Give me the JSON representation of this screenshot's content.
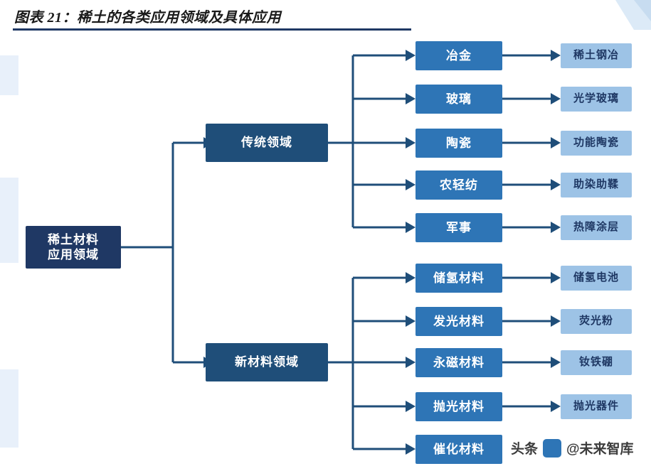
{
  "header": {
    "title": "图表 21：稀土的各类应用领域及具体应用",
    "rule_color": "#1f3864"
  },
  "colors": {
    "root": "#1f3864",
    "category": "#1f4e79",
    "middle": "#2e75b6",
    "leaf": "#9dc3e6",
    "wire": "#1f4e79",
    "deco": "#e8f0fa"
  },
  "diagram": {
    "type": "tree",
    "root": {
      "label": "稀土材料\n应用领域"
    },
    "branches": [
      {
        "label": "传统领域",
        "children": [
          {
            "label": "冶金",
            "leaf": "稀土钢冶"
          },
          {
            "label": "玻璃",
            "leaf": "光学玻璃"
          },
          {
            "label": "陶瓷",
            "leaf": "功能陶瓷"
          },
          {
            "label": "农轻纺",
            "leaf": "助染助鞣"
          },
          {
            "label": "军事",
            "leaf": "热障涂层"
          }
        ]
      },
      {
        "label": "新材料领域",
        "children": [
          {
            "label": "储氢材料",
            "leaf": "储氢电池"
          },
          {
            "label": "发光材料",
            "leaf": "荧光粉"
          },
          {
            "label": "永磁材料",
            "leaf": "钕铁硼"
          },
          {
            "label": "抛光材料",
            "leaf": "抛光器件"
          },
          {
            "label": "催化材料",
            "leaf": ""
          }
        ]
      }
    ]
  },
  "watermark": {
    "text": "头条",
    "text2": "@未来智库"
  }
}
